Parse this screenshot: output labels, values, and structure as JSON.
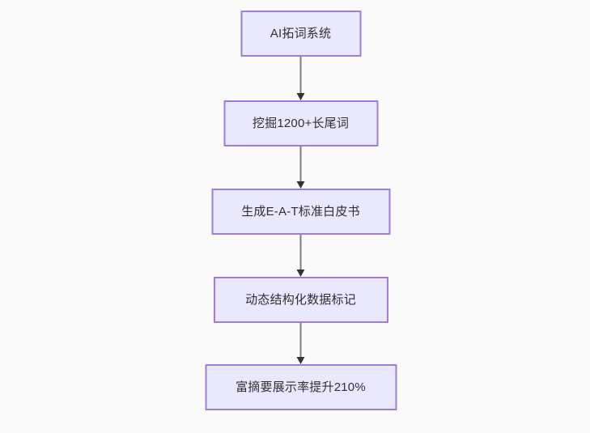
{
  "diagram": {
    "type": "flowchart",
    "direction": "top-to-bottom",
    "background_color": "#fafafa",
    "node_fill_color": "#eae8fd",
    "node_border_color": "#9f7cdc",
    "node_text_color": "#2f2f35",
    "edge_line_color": "#7e7e7e",
    "edge_arrow_color": "#333333",
    "nodes": [
      {
        "id": "n1",
        "label": "AI拓词系统"
      },
      {
        "id": "n2",
        "label": "挖掘1200+长尾词"
      },
      {
        "id": "n3",
        "label": "生成E-A-T标准白皮书"
      },
      {
        "id": "n4",
        "label": "动态结构化数据标记"
      },
      {
        "id": "n5",
        "label": "富摘要展示率提升210%"
      }
    ],
    "edges": [
      {
        "id": "e1",
        "from": "n1",
        "to": "n2",
        "arrow": "arrow-down-icon"
      },
      {
        "id": "e2",
        "from": "n2",
        "to": "n3",
        "arrow": "arrow-down-icon"
      },
      {
        "id": "e3",
        "from": "n3",
        "to": "n4",
        "arrow": "arrow-down-icon"
      },
      {
        "id": "e4",
        "from": "n4",
        "to": "n5",
        "arrow": "arrow-down-icon"
      }
    ]
  }
}
